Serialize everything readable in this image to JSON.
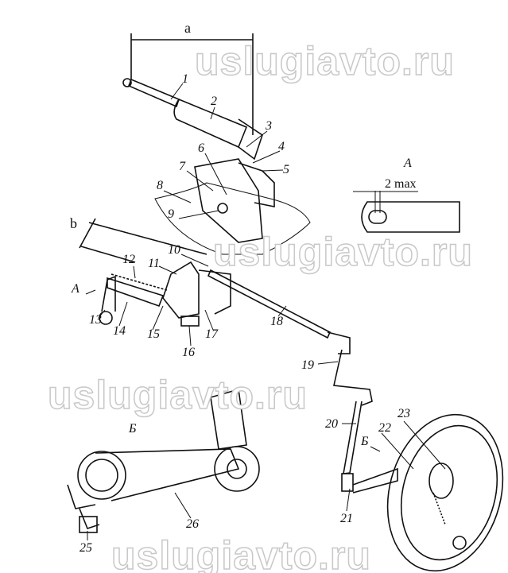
{
  "dimensions": {
    "a": "a",
    "b": "b",
    "gap": "2 max"
  },
  "views": {
    "A_arrow": "A",
    "A_view": "A",
    "B_view": "Б",
    "B_arrow": "Б"
  },
  "callouts": [
    "1",
    "2",
    "3",
    "4",
    "5",
    "6",
    "7",
    "8",
    "9",
    "10",
    "11",
    "12",
    "13",
    "14",
    "15",
    "16",
    "17",
    "18",
    "19",
    "20",
    "21",
    "22",
    "23",
    "25",
    "26"
  ],
  "watermark": "uslugiavto.ru"
}
